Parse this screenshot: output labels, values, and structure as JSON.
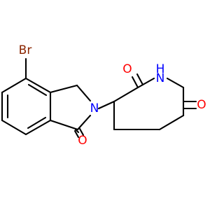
{
  "colors": {
    "bond": "#000000",
    "oxygen": "#ff0000",
    "nitrogen": "#0000ff",
    "bromine": "#8b2500",
    "background": "#ffffff"
  },
  "atoms": {
    "br": "Br",
    "n_isoindolinone": "N",
    "nh_label": "H",
    "n_glutarimide": "N",
    "o_lactam": "O",
    "o_upper": "O",
    "o_right": "O"
  }
}
